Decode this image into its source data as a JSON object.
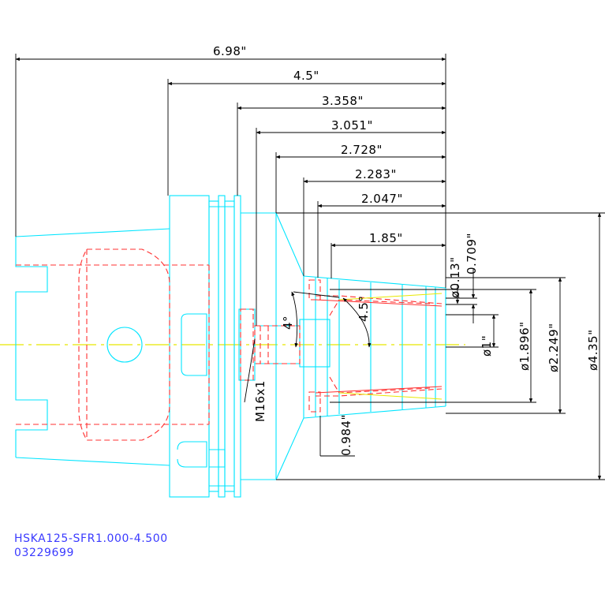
{
  "drawing": {
    "dimensions": {
      "overall_length": "6.98\"",
      "gauge_length": "4.5\"",
      "dim_3358": "3.358\"",
      "dim_3051": "3.051\"",
      "dim_2728": "2.728\"",
      "dim_2283": "2.283\"",
      "dim_2047": "2.047\"",
      "dim_185": "1.85\"",
      "dim_013": "ø0.13\"",
      "dim_0709": "0.709\"",
      "dim_4deg": "4°",
      "dim_45deg": "4.5°",
      "dim_1": "ø1\"",
      "dim_1896": "ø1.896\"",
      "dim_2249": "ø2.249\"",
      "dim_435": "ø4.35\"",
      "dim_0984": "0.984\"",
      "thread": "M16x1"
    }
  },
  "caption": {
    "part_number": "HSKA125-SFR1.000-4.500",
    "item_code": "03229699"
  },
  "colors": {
    "outline": "#00e5ff",
    "hidden": "#ff3030",
    "centerline": "#e8e800",
    "dimension": "#000000",
    "caption": "#3a3aff"
  }
}
